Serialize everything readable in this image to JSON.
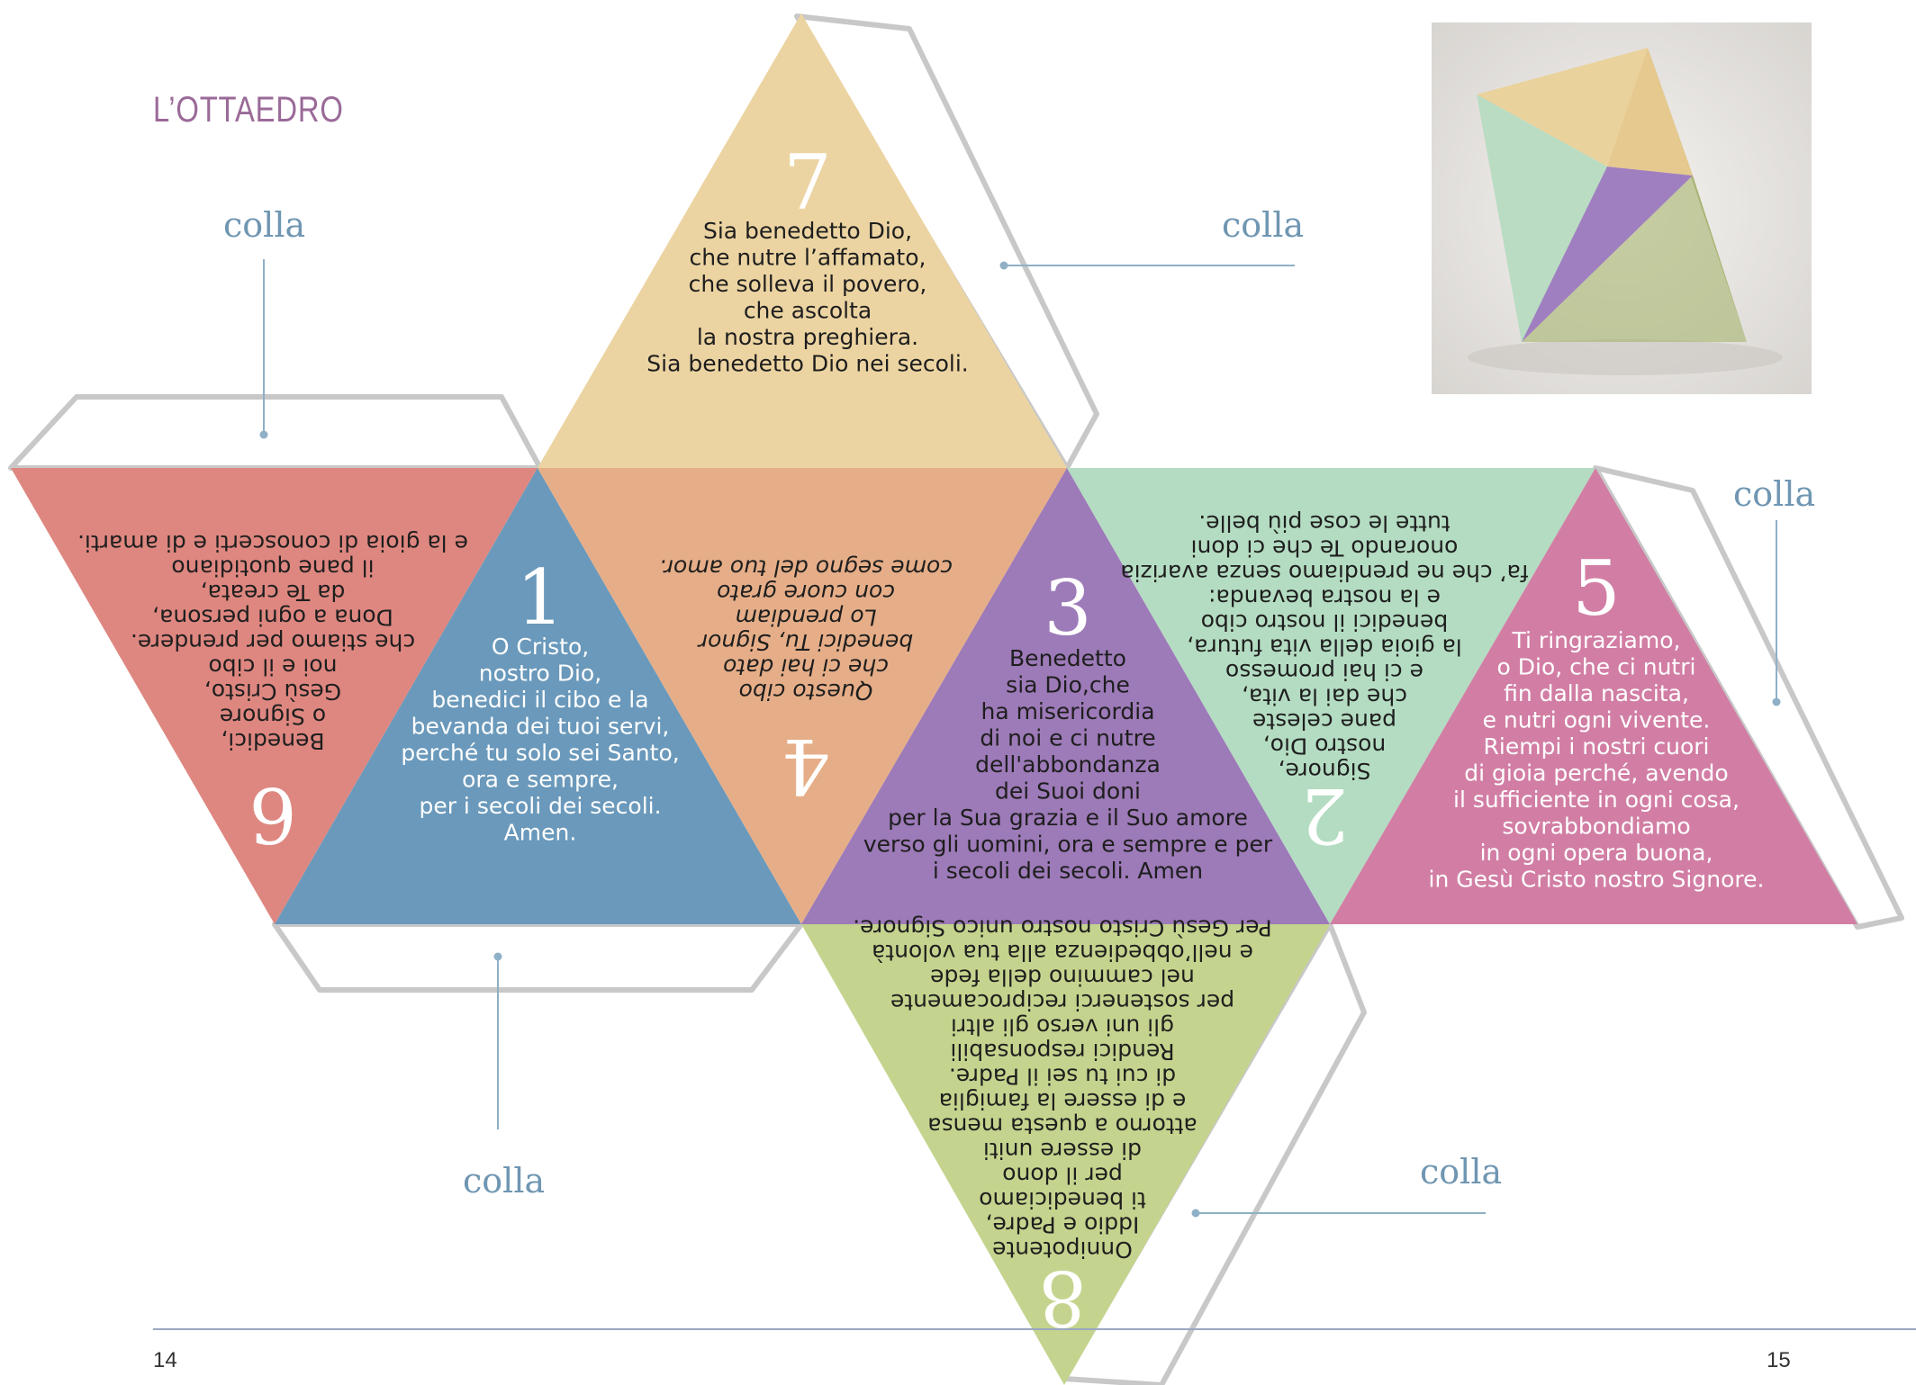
{
  "header": {
    "title": "L’OTTAEDRO"
  },
  "glue_label": "colla",
  "footer": {
    "page_left": "14",
    "page_right": "15"
  },
  "faces": [
    {
      "number": "1",
      "color": "#6a99bb",
      "inverted": false,
      "lines": [
        "O Cristo,",
        "nostro Dio,",
        "benedici il cibo e la",
        "bevanda dei tuoi servi,",
        "perché tu solo sei Santo,",
        "ora e sempre,",
        "per i secoli dei secoli.",
        "Amen."
      ]
    },
    {
      "number": "2",
      "color": "#b4dcc2",
      "inverted": true,
      "lines": [
        "Signore,",
        "nostro Dio,",
        "pane celeste",
        "che dai la vita,",
        "e ci hai promesso",
        "la gioia della vita futura,",
        "benedici il nostro cibo",
        "e la nostra bevanda:",
        "fa’ che ne prendiamo senza avarizia",
        "onorando Te che ci doni",
        "tutte le cose più belle."
      ]
    },
    {
      "number": "3",
      "color": "#9d7ab8",
      "inverted": false,
      "lines": [
        "Benedetto",
        "sia Dio,che",
        "ha misericordia",
        "di noi e ci nutre",
        "dell'abbondanza",
        "dei Suoi doni",
        "per la Sua grazia e il Suo amore",
        "verso gli uomini, ora e sempre e per",
        "i secoli dei secoli. Amen"
      ]
    },
    {
      "number": "4",
      "color": "#e6ae88",
      "inverted": true,
      "lines": [
        "Questo cibo",
        "che ci hai dato",
        "benedici Tu, Signor",
        "Lo prendiam",
        "con cuore grato",
        "come segno del tuo amor."
      ]
    },
    {
      "number": "5",
      "color": "#d27ea4",
      "inverted": false,
      "lines": [
        "Ti ringraziamo,",
        "o Dio, che ci nutri",
        "fin dalla nascita,",
        "e nutri ogni vivente.",
        "Riempi i nostri cuori",
        "di gioia perché, avendo",
        "il sufficiente in ogni cosa,",
        "sovrabbondiamo",
        "in ogni opera buona,",
        "in Gesù Cristo nostro Signore."
      ]
    },
    {
      "number": "6",
      "color": "#de8780",
      "inverted": true,
      "lines": [
        "Benedici,",
        "o Signore",
        "Gesù Cristo,",
        "noi e il cibo",
        "che stiamo per prendere.",
        "Dona a ogni persona,",
        "da Te creata,",
        "il pane quotidiano",
        "e la gioia di conoscerti e di amarti."
      ]
    },
    {
      "number": "7",
      "color": "#ecd4a2",
      "inverted": false,
      "lines": [
        "Sia benedetto Dio,",
        "che nutre l’affamato,",
        "che solleva il povero,",
        "che ascolta",
        "la nostra preghiera.",
        "Sia benedetto Dio nei secoli."
      ]
    },
    {
      "number": "8",
      "color": "#c4d48e",
      "inverted": true,
      "lines": [
        "Onnipotente",
        "Iddio e Padre,",
        "ti benediciamo",
        "per il dono",
        "di essere uniti",
        "attorno a questa mensa",
        "e di essere la famiglia",
        "di cui tu sei il Padre.",
        "Rendici responsabili",
        "gli uni verso gli altri",
        "per sostenerci reciprocamente",
        "nel cammino della fede",
        "e nell’obbedienza alla tua volontà",
        "Per Gesù Cristo nostro unico Signore."
      ]
    }
  ]
}
